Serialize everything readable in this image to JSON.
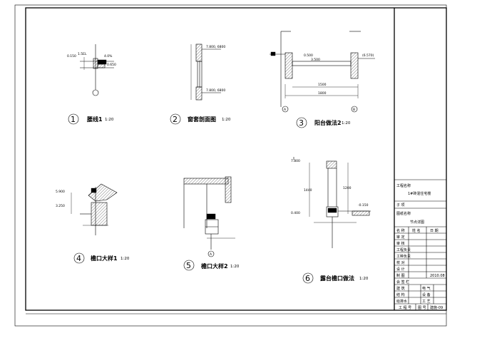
{
  "details": [
    {
      "no": "1",
      "title": "腰线1",
      "scale": "1:20"
    },
    {
      "no": "2",
      "title": "窗套剖面图",
      "scale": "1:20"
    },
    {
      "no": "3",
      "title": "阳台做法2",
      "scale": "1:20"
    },
    {
      "no": "4",
      "title": "檐口大样1",
      "scale": "1:20"
    },
    {
      "no": "5",
      "title": "檐口大样2",
      "scale": "1:20"
    },
    {
      "no": "6",
      "title": "露台檐口做法",
      "scale": "1:20"
    }
  ],
  "labels": {
    "d1_a": "0.150",
    "d1_b": "0.650",
    "d1_c": "1.5EL",
    "d1_d": "4.0%",
    "d2_a": "7.800, 6800",
    "d2_b": "7.800, 6800",
    "d3_a": "0.500",
    "d3_b": "3.500",
    "d3_c": "(6.570)",
    "d3_dim1": "1500",
    "d3_dim2": "1800",
    "d3_axis_a": "A",
    "d3_axis_b": "B",
    "d4_a": "5.900",
    "d4_b": "3.250",
    "d5_axis": "A",
    "d6_a": "7.800",
    "d6_b": "0.400",
    "d6_c": "1440",
    "d6_d": "1200",
    "d6_e": "-0.150"
  },
  "title_block": {
    "project_label": "工程名称",
    "project_value": "1#砖混住宅楼",
    "sub_label": "子 项",
    "drawing_label": "图纸名称",
    "drawing_value": "节点详图",
    "head": [
      "名 称",
      "姓 名",
      "日 期"
    ],
    "roles": [
      "审 定",
      "审 核",
      "工程负责",
      "工种负责",
      "校 对",
      "设 计",
      "制 图"
    ],
    "date": "2010.08",
    "sign_label": "会 签 栏",
    "sign_rows": [
      [
        "建 筑",
        "电 气"
      ],
      [
        "结 构",
        "设 备"
      ],
      [
        "给排水",
        "工 艺"
      ]
    ],
    "job_label": "工 程 号",
    "sheet_label": "图 号",
    "sheet_value": "建施-09"
  }
}
